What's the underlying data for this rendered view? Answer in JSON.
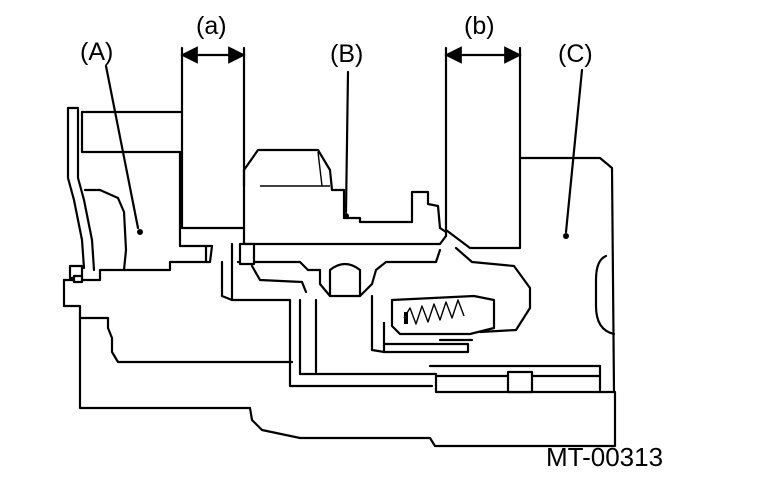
{
  "figure": {
    "labels": {
      "a": "(a)",
      "b": "(b)",
      "A": "(A)",
      "B": "(B)",
      "C": "(C)"
    },
    "code": "MT-00313"
  },
  "colors": {
    "line": "#000000",
    "background": "#ffffff"
  }
}
